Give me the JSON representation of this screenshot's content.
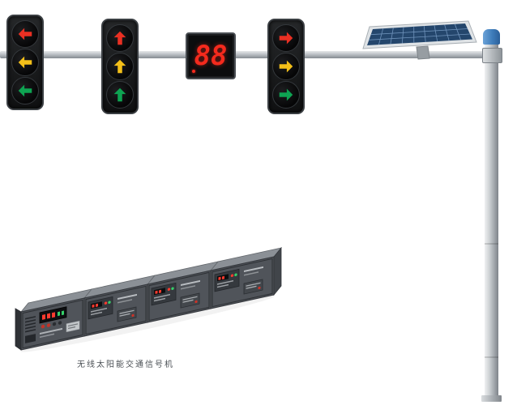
{
  "caption": {
    "text": "无线太阳能交通信号机"
  },
  "countdown": {
    "value": "88"
  },
  "palette": {
    "red": "#ea3023",
    "yellow": "#f4c019",
    "green": "#0ea452",
    "digit_red": "#f42a1d",
    "panel_blue": "#24466c",
    "pole_cap_blue": "#3e7cba",
    "cabinet_gray": "#50545a"
  },
  "signal_heads": [
    {
      "id": "left-arrow-signal",
      "lenses": [
        {
          "color": "red",
          "direction": "left"
        },
        {
          "color": "yellow",
          "direction": "left"
        },
        {
          "color": "green",
          "direction": "left"
        }
      ]
    },
    {
      "id": "up-arrow-signal",
      "lenses": [
        {
          "color": "red",
          "direction": "up"
        },
        {
          "color": "yellow",
          "direction": "up"
        },
        {
          "color": "green",
          "direction": "up"
        }
      ]
    },
    {
      "id": "right-arrow-signal",
      "lenses": [
        {
          "color": "red",
          "direction": "right"
        },
        {
          "color": "yellow",
          "direction": "right"
        },
        {
          "color": "green",
          "direction": "right"
        }
      ]
    }
  ],
  "icons": {
    "solar_panel": "solar-panel",
    "countdown_display": "countdown-display",
    "controller": "wireless-solar-signal-controller"
  }
}
